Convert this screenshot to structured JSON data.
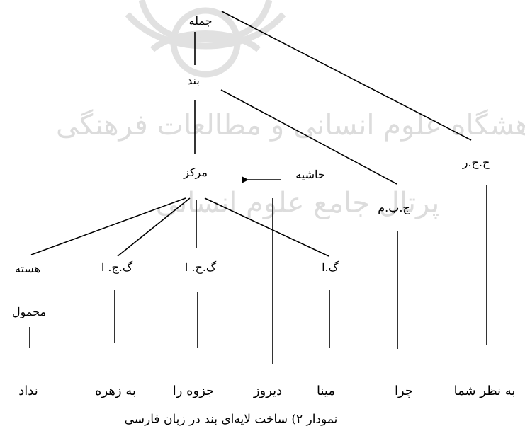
{
  "watermark": {
    "text_line1": "پژوهشگاه علوم انسانی و مطالعات فرهنگی",
    "text_line2": "پرتال جامع علوم انسانی",
    "color": "#dcdcdc"
  },
  "tree": {
    "root": "جمله",
    "clause": "بند",
    "core": "مرکز",
    "margin": "حاشیه",
    "jpm": "ج.پ.م",
    "jjr": "ج.ج.ر",
    "nucleus": "هسته",
    "predicate": "محمول",
    "gj1": "گ.ج. ا",
    "gh1": "گ.ح. ا",
    "ga": "گ.ا"
  },
  "leaves": {
    "nadad": "نداد",
    "bezohre": "به زهره",
    "jozve_ra": "جزوه را",
    "dirooz": "دیروز",
    "mina": "مینا",
    "chera": "چرا",
    "be_nazar_shoma": "به نظر شما"
  },
  "caption": "نمودار ۲) ساخت لایه‌ای بند در زبان فارسی",
  "colors": {
    "line": "#000000",
    "watermark": "#dcdcdc"
  }
}
